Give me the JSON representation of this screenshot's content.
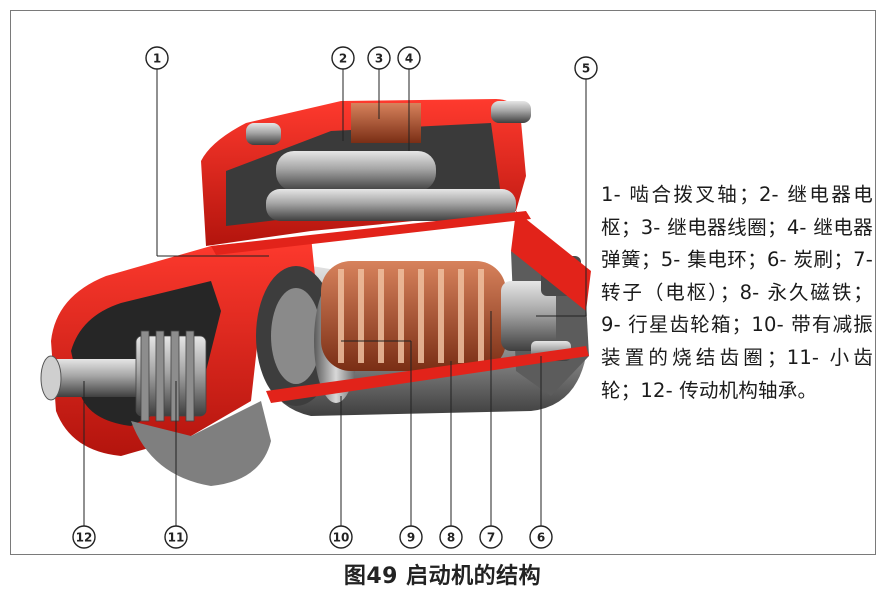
{
  "callouts": [
    "1",
    "2",
    "3",
    "4",
    "5",
    "6",
    "7",
    "8",
    "9",
    "10",
    "11",
    "12"
  ],
  "legend": [
    "1- 啮合拨叉轴；",
    "2- 继电器电枢；",
    "3- 继电器线圈；",
    "4- 继电器弹簧；",
    "5- 集电环；",
    "6- 炭刷；",
    "7- 转子（电枢）；",
    "8- 永久磁铁；",
    "9- 行星齿轮箱；",
    "10- 带有减振装置的烧结齿圈；",
    "11- 小齿轮；",
    "12- 传动机构轴承。"
  ],
  "caption": "图49 启动机的结构",
  "colors": {
    "housing_cut": "#e2231a",
    "dark_red": "#a8140e",
    "metal": "#9a9a9a",
    "copper": "#b5502e",
    "dark": "#2e2e2e"
  }
}
